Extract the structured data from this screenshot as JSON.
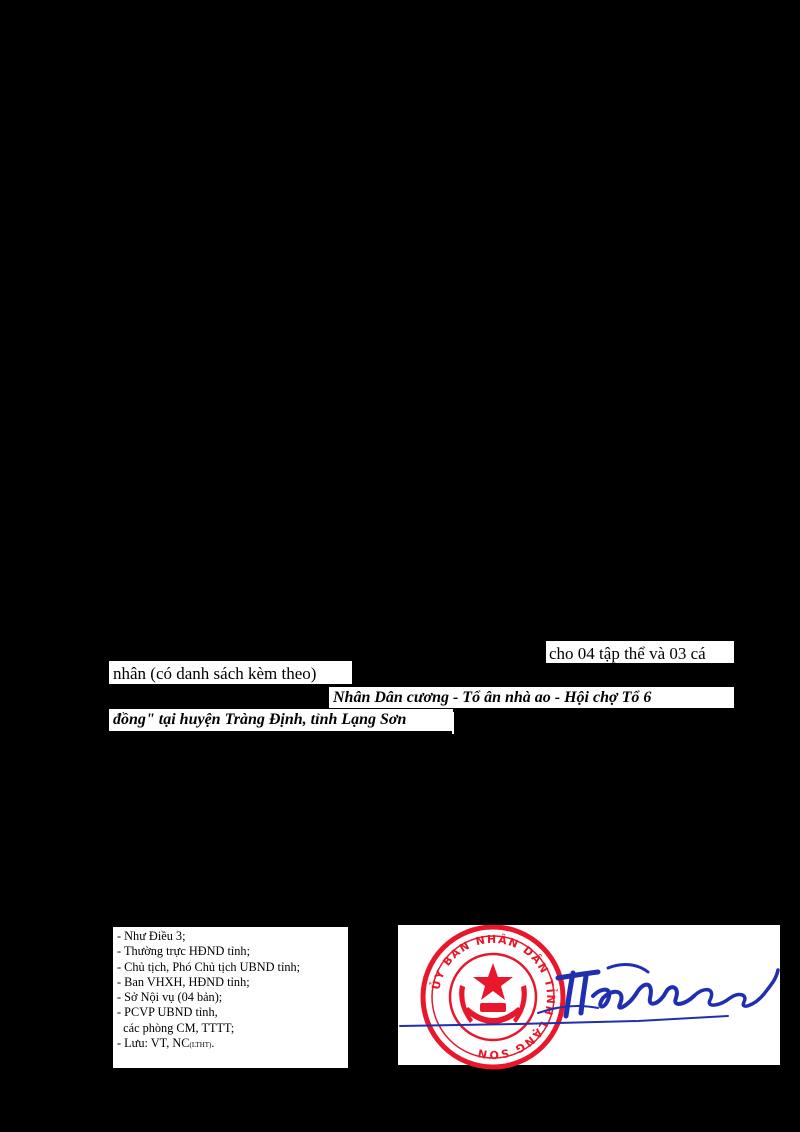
{
  "body": {
    "line1": "cho 04 tập thể và 03 cá",
    "line2": "nhân (có danh sách kèm theo)",
    "line3": "Nhân Dân cương - Tổ ân nhà ao - Hội chợ Tổ 6",
    "line4": "đồng\" tại huyện Tràng Định, tỉnh Lạng Sơn"
  },
  "recipients": {
    "items": [
      "- Như Điều 3;",
      "- Thường trực HĐND tỉnh;",
      "- Chủ tịch, Phó Chủ tịch UBND tỉnh;",
      "- Ban VHXH, HĐND tỉnh;",
      "- Sở Nội vụ (04 bản);",
      "- PCVP UBND tỉnh,",
      "  các phòng CM, TTTT;"
    ],
    "last_prefix": "- Lưu: VT, NC",
    "last_sub": "(LTHT)",
    "last_suffix": "."
  },
  "stamp": {
    "ring_text": "ỦY BAN NHÂN DÂN TỈNH LẠNG SƠN",
    "color": "#e8172b"
  },
  "signature": {
    "color": "#1f2fb0"
  }
}
